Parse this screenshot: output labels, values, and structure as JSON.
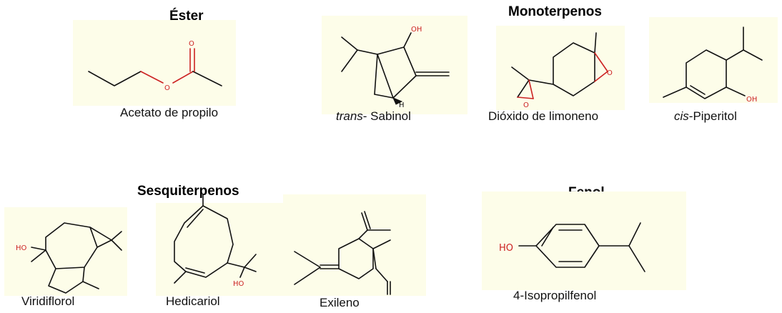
{
  "groups": {
    "ester": "Éster",
    "monoterpenes": "Monoterpenos",
    "sesquiterpenes": "Sesquiterpenos",
    "phenol": "Fenol"
  },
  "compounds": {
    "propyl_acetate": "Acetato de propilo",
    "trans_sabinol": {
      "prefix": "trans",
      "rest": "- Sabinol"
    },
    "limonene_dioxide": "Dióxido de limoneno",
    "cis_piperitol": {
      "prefix": "cis",
      "rest": "-Piperitol"
    },
    "viridiflorol": "Viridiflorol",
    "hedycaryol": "Hedicariol",
    "exilene": "Exileno",
    "isopropylphenol": "4-Isopropilfenol"
  },
  "atom_labels": {
    "oxygen": "O",
    "hydroxyl": "OH",
    "hydroxyl_left": "HO",
    "hydrogen": "H"
  },
  "colors": {
    "panel_background": "#fdfde9",
    "heteroatom": "#cc2222",
    "bond": "#111111"
  }
}
